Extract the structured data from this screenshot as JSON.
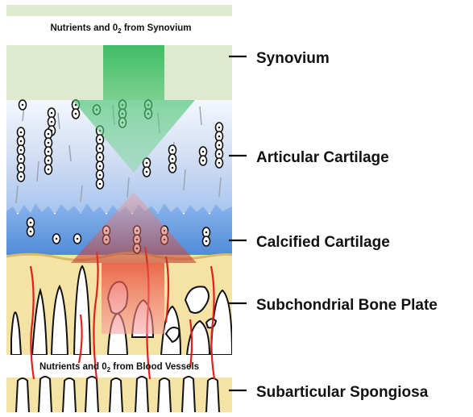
{
  "captions": {
    "top": {
      "prefix": "Nutrients and 0",
      "sub": "2",
      "suffix": " from Synovium"
    },
    "bottom": {
      "prefix": "Nutrients and 0",
      "sub": "2",
      "suffix": " from Blood Vessels"
    }
  },
  "layers": [
    {
      "label": "Synovium"
    },
    {
      "label": "Articular Cartilage"
    },
    {
      "label": "Calcified Cartilage"
    },
    {
      "label": "Subchondrial Bone Plate"
    },
    {
      "label": "Subarticular Spongiosa"
    }
  ],
  "colors": {
    "synovium": "#dfe9cf",
    "cartilage_top": "#f3f6fc",
    "cartilage_bottom": "#a9c7ee",
    "calcified": "#5b93df",
    "bone": "#f5e2a5",
    "vessel": "#e01f1f",
    "arrow_green": "#2fbf5a",
    "arrow_red": "#f0503a"
  }
}
